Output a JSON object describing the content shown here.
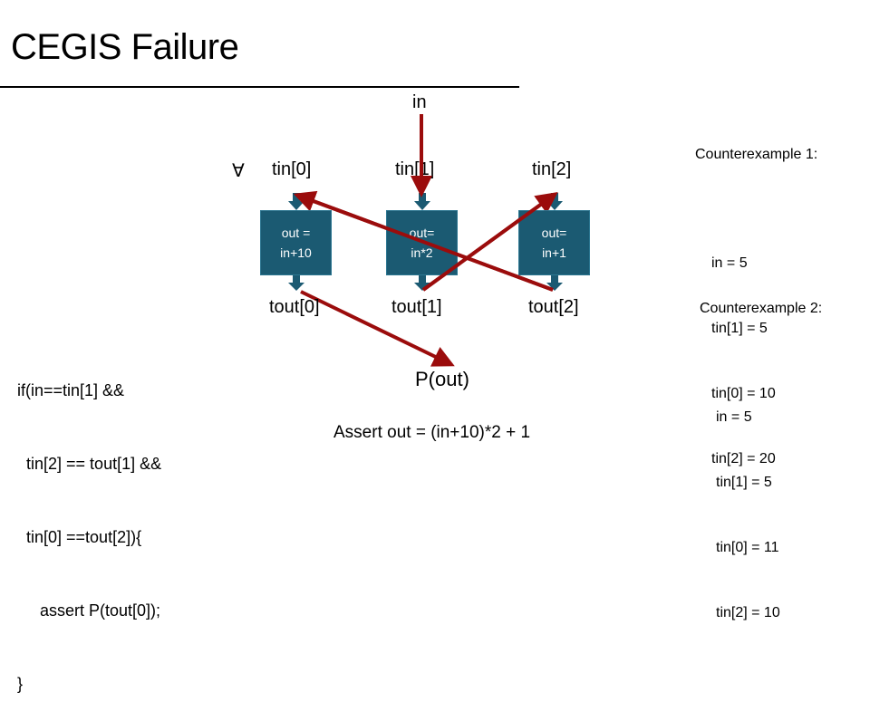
{
  "title": "CEGIS Failure",
  "diagram": {
    "input_label": "in",
    "forall_symbol": "∀",
    "tin_labels": [
      "tin[0]",
      "tin[1]",
      "tin[2]"
    ],
    "boxes": [
      {
        "line1": "out =",
        "line2": "in+10"
      },
      {
        "line1": "out=",
        "line2": "in*2"
      },
      {
        "line1": "out=",
        "line2": "in+1"
      }
    ],
    "tout_labels": [
      "tout[0]",
      "tout[1]",
      "tout[2]"
    ],
    "property_label": "P(out)",
    "assert_text": "Assert out = (in+10)*2 + 1",
    "colors": {
      "box": "#1b5a72",
      "arrow": "#9b0c0c"
    }
  },
  "code_lines": [
    "if(in==tin[1] &&",
    "  tin[2] == tout[1] &&",
    "  tin[0] ==tout[2]){",
    "     assert P(tout[0]);",
    "}"
  ],
  "counterexamples": [
    {
      "title": "Counterexample 1:",
      "lines": [
        "in = 5",
        "tin[1] = 5",
        "tin[0] = 10",
        "tin[2] = 20"
      ]
    },
    {
      "title": "Counterexample 2:",
      "lines": [
        "in = 5",
        "tin[1] = 5",
        "tin[0] = 11",
        "tin[2] = 10"
      ]
    }
  ]
}
